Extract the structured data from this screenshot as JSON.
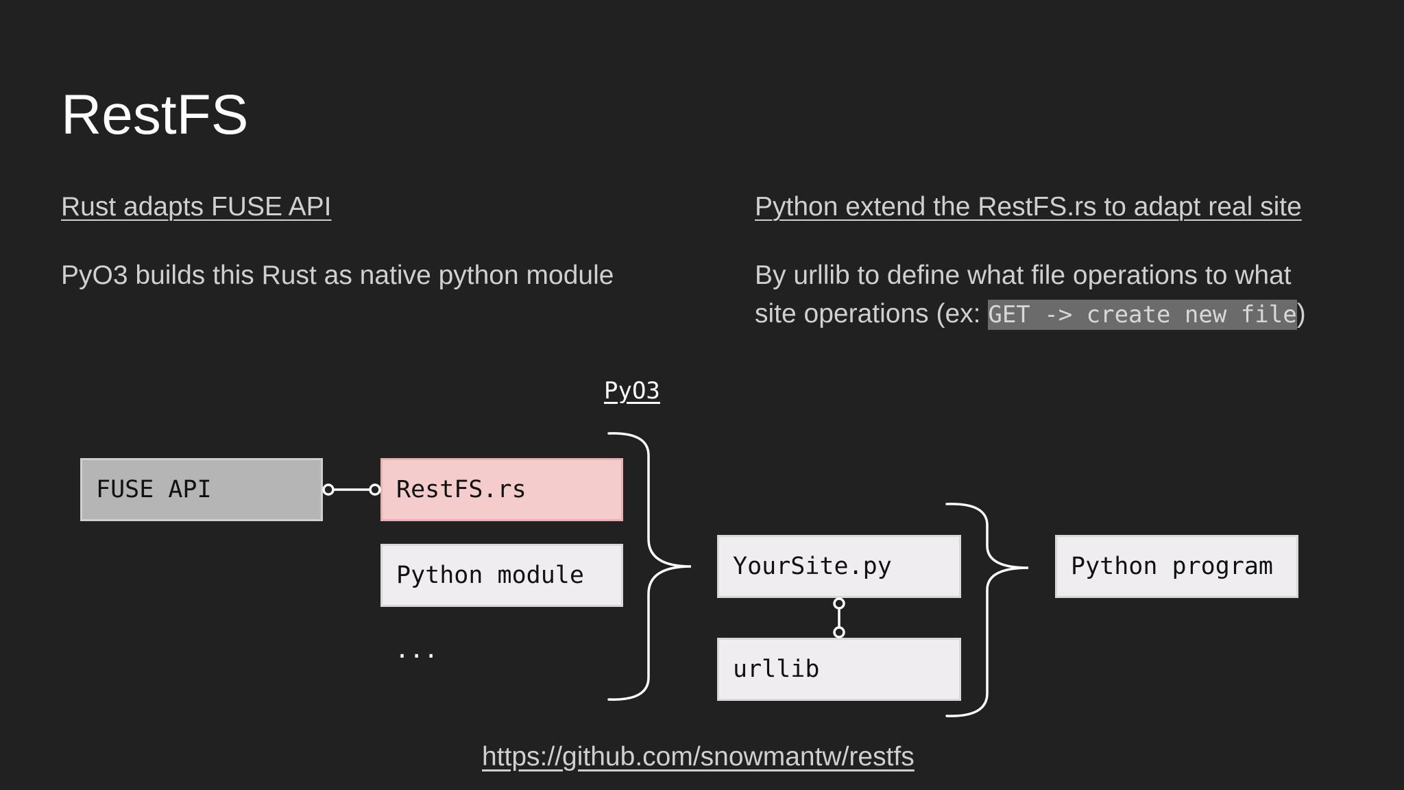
{
  "slide": {
    "title": "RestFS",
    "left_heading": "Rust adapts FUSE API",
    "left_body": "PyO3 builds this Rust as native python module",
    "right_heading": "Python extend the RestFS.rs to adapt real site",
    "right_body_line1": "By urllib to define what file operations to what",
    "right_body_line2_prefix": "site operations (ex: ",
    "right_body_code": "GET -> create new file",
    "right_body_line2_suffix": ")",
    "link": "https://github.com/snowmantw/restfs"
  },
  "diagram": {
    "pyo3_label": "PyO3",
    "fuse_box": "FUSE API",
    "restfs_box": "RestFS.rs",
    "python_module_box": "Python module",
    "ellipsis": "...",
    "yoursite_box": "YourSite.py",
    "urllib_box": "urllib",
    "python_program_box": "Python program"
  },
  "colors": {
    "background": "#212121",
    "fuse_fill": "#b5b5b5",
    "restfs_fill": "#f4cccc",
    "box_fill": "#efedf0",
    "code_highlight": "#6b6b6b"
  }
}
